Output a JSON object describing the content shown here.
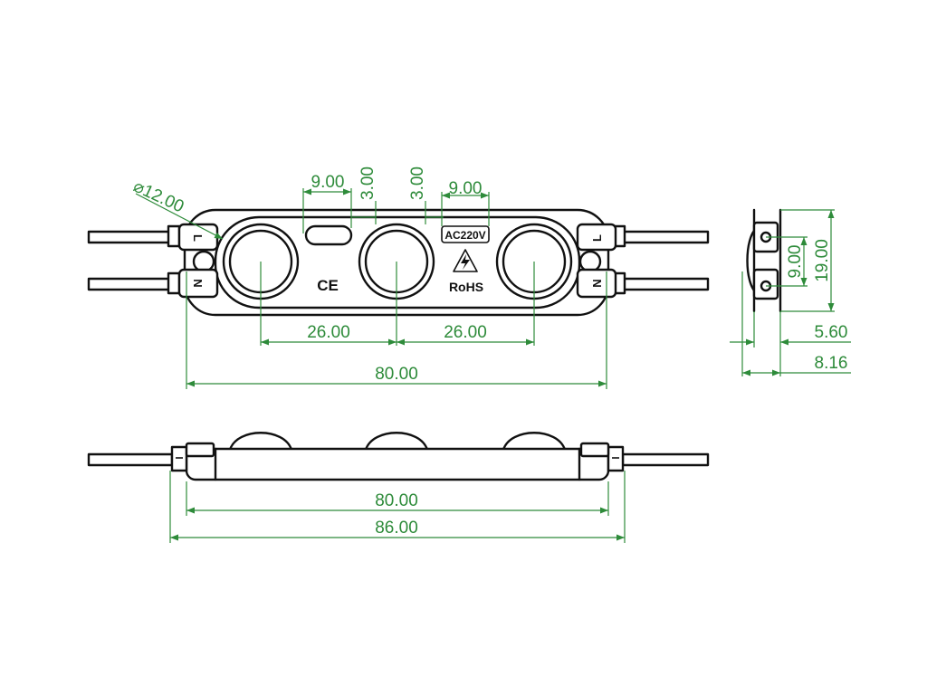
{
  "front_view": {
    "dimensions": {
      "diameter": "⌀12.00",
      "slot_width": "9.00",
      "slot_offset": "3.00",
      "label_offset": "3.00",
      "label_width": "9.00",
      "pitch_left": "26.00",
      "pitch_right": "26.00",
      "body_length": "80.00"
    },
    "markings": {
      "voltage": "AC220V",
      "ce": "CE",
      "rohs": "RoHS",
      "terminal_live": "L",
      "terminal_neutral": "N"
    }
  },
  "side_view": {
    "dimensions": {
      "hole_spacing": "9.00",
      "height": "19.00",
      "depth_body": "5.60",
      "depth_total": "8.16"
    }
  },
  "bottom_view": {
    "dimensions": {
      "body_length": "80.00",
      "overall_length": "86.00"
    }
  },
  "colors": {
    "outline": "#111111",
    "dimension": "#2e8b3a"
  }
}
